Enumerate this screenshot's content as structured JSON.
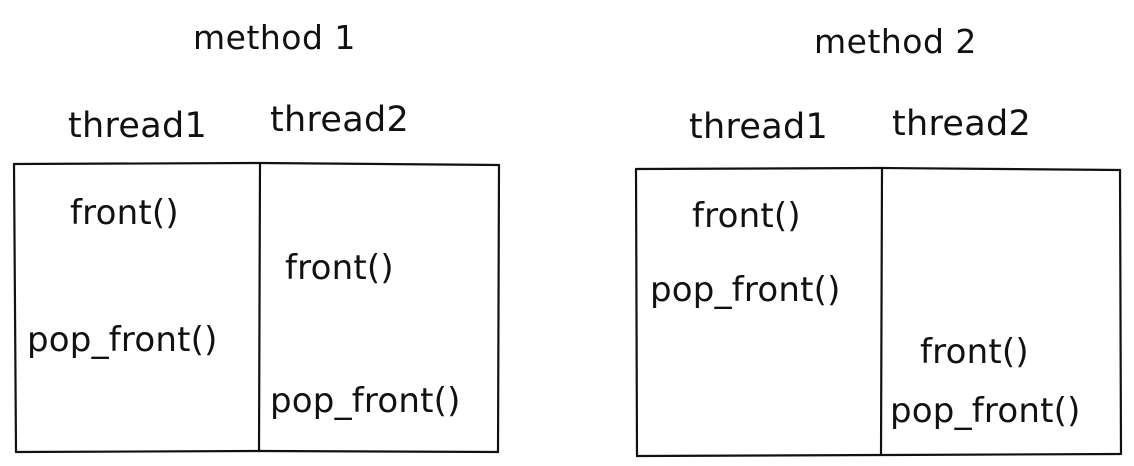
{
  "method1": {
    "title": "method 1",
    "thread1_label": "thread1",
    "thread2_label": "thread2",
    "thread1_calls": [
      "front()",
      "pop_front()"
    ],
    "thread2_calls": [
      "front()",
      "pop_front()"
    ]
  },
  "method2": {
    "title": "method 2",
    "thread1_label": "thread1",
    "thread2_label": "thread2",
    "thread1_calls": [
      "front()",
      "pop_front()"
    ],
    "thread2_calls": [
      "front()",
      "pop_front()"
    ]
  }
}
